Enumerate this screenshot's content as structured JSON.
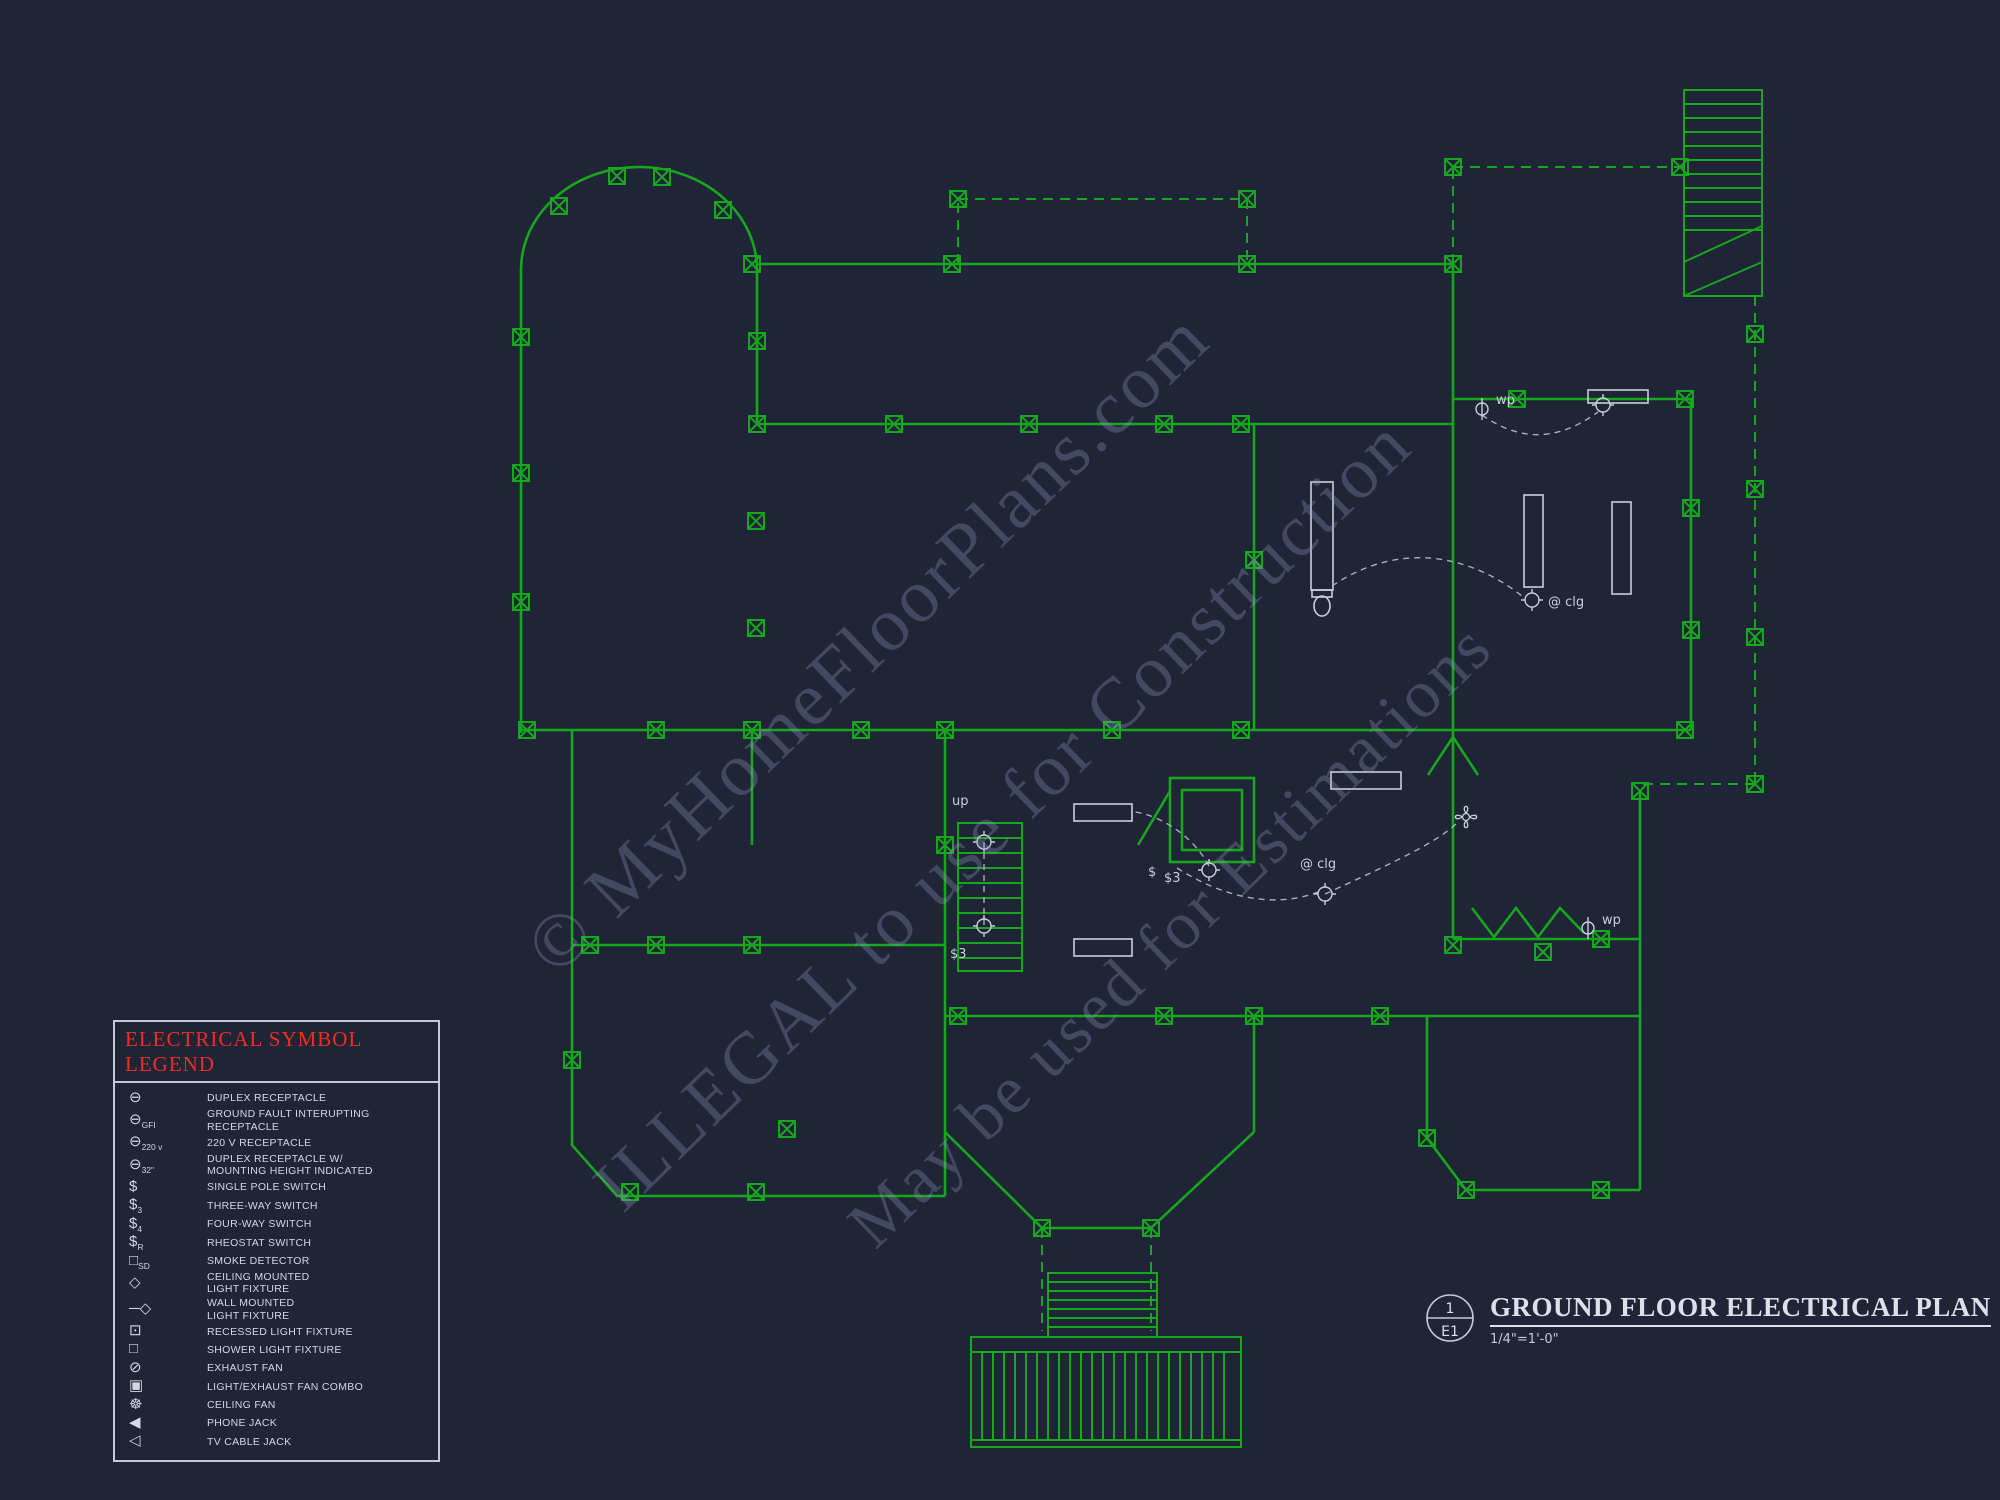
{
  "colors": {
    "background": "#1f2437",
    "wall_green": "#16a71d",
    "legend_red": "#ee2e22",
    "line_gray": "#c9cfdb",
    "wiring_gray": "#a6aec0",
    "watermark": "#96a0c0"
  },
  "watermark": {
    "lines": [
      "© MyHomeFloorPlans.com",
      "ILLEGAL to use for Construction",
      "May be used for Estimations"
    ]
  },
  "legend": {
    "title": "ELECTRICAL SYMBOL LEGEND",
    "items": [
      {
        "glyph": "⊖",
        "sub": "",
        "label": "DUPLEX RECEPTACLE"
      },
      {
        "glyph": "⊖",
        "sub": "GFI",
        "label": "GROUND FAULT INTERUPTING\nRECEPTACLE"
      },
      {
        "glyph": "⊖",
        "sub": "220 v",
        "label": "220 V RECEPTACLE"
      },
      {
        "glyph": "⊖",
        "sub": "32\"",
        "label": "DUPLEX RECEPTACLE W/\nMOUNTING HEIGHT INDICATED"
      },
      {
        "glyph": "$",
        "sub": "",
        "label": "SINGLE POLE SWITCH"
      },
      {
        "glyph": "$",
        "sub": "3",
        "label": "THREE-WAY SWITCH"
      },
      {
        "glyph": "$",
        "sub": "4",
        "label": "FOUR-WAY SWITCH"
      },
      {
        "glyph": "$",
        "sub": "R",
        "label": "RHEOSTAT SWITCH"
      },
      {
        "glyph": "□",
        "sub": "SD",
        "label": "SMOKE DETECTOR"
      },
      {
        "glyph": "◇",
        "sub": "",
        "label": "CEILING MOUNTED\nLIGHT FIXTURE"
      },
      {
        "glyph": "─◇",
        "sub": "",
        "label": "WALL MOUNTED\nLIGHT FIXTURE"
      },
      {
        "glyph": "⊡",
        "sub": "",
        "label": "RECESSED LIGHT FIXTURE"
      },
      {
        "glyph": "□",
        "sub": "",
        "label": "SHOWER LIGHT FIXTURE"
      },
      {
        "glyph": "⊘",
        "sub": "",
        "label": "EXHAUST FAN"
      },
      {
        "glyph": "▣",
        "sub": "",
        "label": "LIGHT/EXHAUST FAN COMBO"
      },
      {
        "glyph": "☸",
        "sub": "",
        "label": "CEILING FAN"
      },
      {
        "glyph": "◀",
        "sub": "",
        "label": "PHONE JACK"
      },
      {
        "glyph": "◁",
        "sub": "",
        "label": "TV CABLE JACK"
      }
    ]
  },
  "plan": {
    "up": "up",
    "s3": "$3",
    "switch": "$",
    "clg": "@ clg",
    "wp": "wp"
  },
  "title_block": {
    "detail_number": "1",
    "sheet_number": "E1",
    "title": "GROUND FLOOR ELECTRICAL PLAN",
    "scale": "1/4\"=1'-0\""
  }
}
